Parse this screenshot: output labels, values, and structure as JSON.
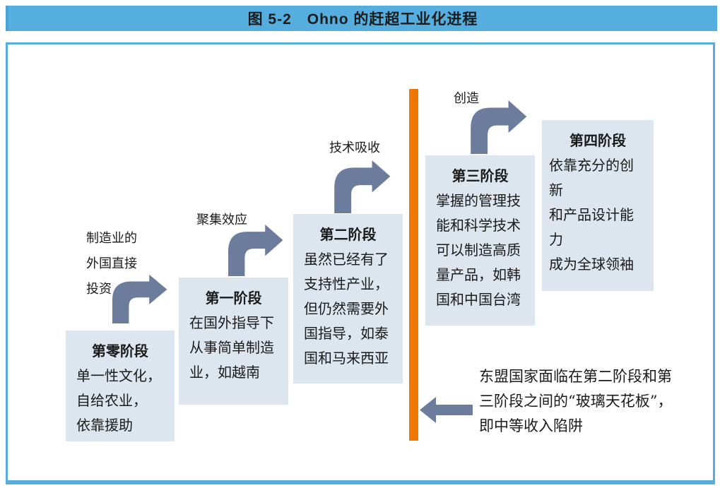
{
  "title_bar": {
    "text": "图 5-2　Ohno 的赶超工业化进程"
  },
  "stages": [
    {
      "heading": "第零阶段",
      "body": "单一性文化，\n自给农业，\n依靠援助"
    },
    {
      "heading": "第一阶段",
      "body": "在国外指导下\n从事简单制造\n业，如越南"
    },
    {
      "heading": "第二阶段",
      "body": "虽然已经有了\n支持性产业，\n但仍然需要外\n国指导，如泰\n国和马来西亚"
    },
    {
      "heading": "第三阶段",
      "body": "掌握的管理技\n能和科学技术\n可以制造高质\n量产品，如韩\n国和中国台湾"
    },
    {
      "heading": "第四阶段",
      "body": "依靠充分的创新\n和产品设计能力\n成为全球领袖"
    }
  ],
  "transitions": [
    {
      "label": "制造业的\n外国直接\n投资"
    },
    {
      "label": "聚集效应"
    },
    {
      "label": "技术吸收"
    },
    {
      "label": "创造"
    }
  ],
  "glass_ceiling": {
    "annotation": "东盟国家面临在第二阶段和第\n三阶段之间的“玻璃天花板”，\n即中等收入陷阱"
  },
  "colors": {
    "title_bar_blue": "#55aedd",
    "frame_border_blue": "#55aedd",
    "stage_box_fill": "#dde6ef",
    "arrow_slate": "#6b7c9d",
    "glass_ceiling_orange": "#ee7603",
    "text": "#1a1a1a"
  }
}
